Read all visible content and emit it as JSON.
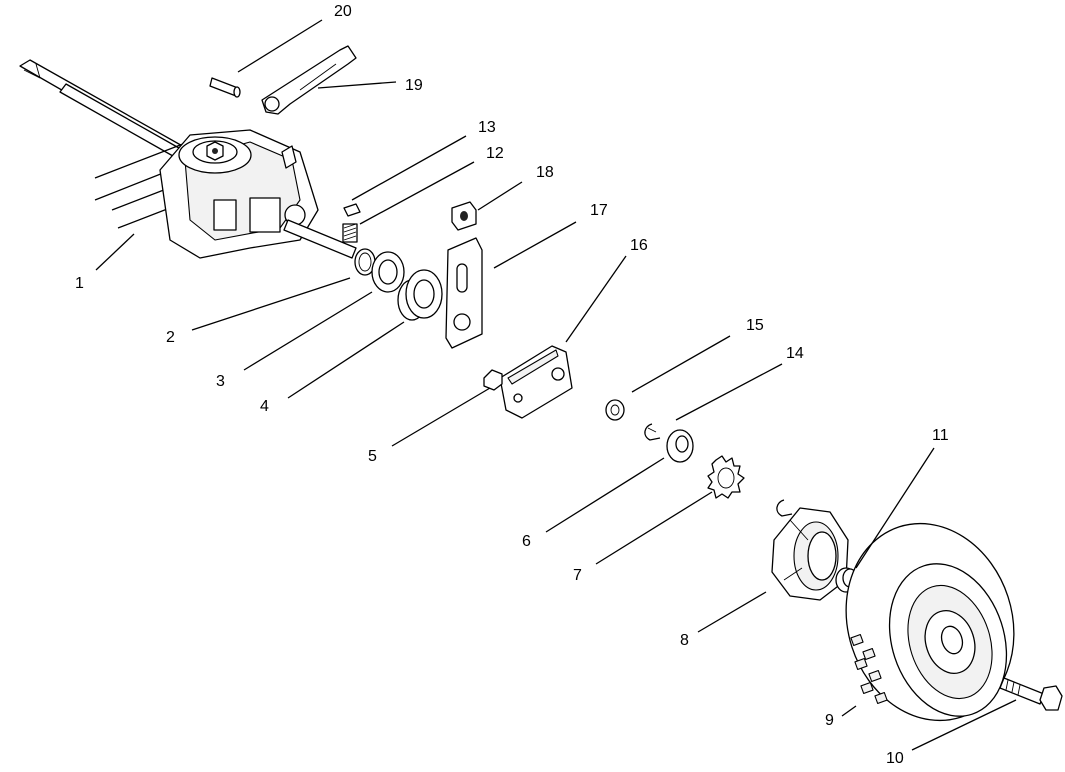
{
  "callouts": [
    {
      "id": "1",
      "label": "1",
      "part": "belt-and-drive-shaft"
    },
    {
      "id": "2",
      "label": "2",
      "part": "retaining-ring"
    },
    {
      "id": "3",
      "label": "3",
      "part": "washer"
    },
    {
      "id": "4",
      "label": "4",
      "part": "bushing"
    },
    {
      "id": "5",
      "label": "5",
      "part": "nut"
    },
    {
      "id": "6",
      "label": "6",
      "part": "washer"
    },
    {
      "id": "7",
      "label": "7",
      "part": "pinion-gear"
    },
    {
      "id": "8",
      "label": "8",
      "part": "wheel-cover"
    },
    {
      "id": "9",
      "label": "9",
      "part": "wheel"
    },
    {
      "id": "10",
      "label": "10",
      "part": "bolt"
    },
    {
      "id": "11",
      "label": "11",
      "part": "spacer"
    },
    {
      "id": "12",
      "label": "12",
      "part": "spring"
    },
    {
      "id": "13",
      "label": "13",
      "part": "key"
    },
    {
      "id": "14",
      "label": "14",
      "part": "e-ring"
    },
    {
      "id": "15",
      "label": "15",
      "part": "washer"
    },
    {
      "id": "16",
      "label": "16",
      "part": "height-bracket"
    },
    {
      "id": "17",
      "label": "17",
      "part": "plate"
    },
    {
      "id": "18",
      "label": "18",
      "part": "clip"
    },
    {
      "id": "19",
      "label": "19",
      "part": "shift-lever"
    },
    {
      "id": "20",
      "label": "20",
      "part": "pin"
    }
  ]
}
